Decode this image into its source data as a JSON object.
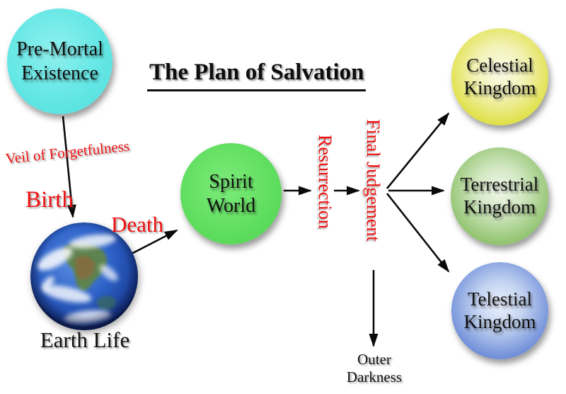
{
  "title": "The Plan of Salvation",
  "nodes": {
    "pre_mortal": {
      "lines": [
        "Pre-Mortal",
        "Existence"
      ],
      "color": "#64e7e5"
    },
    "spirit_world": {
      "lines": [
        "Spirit",
        "World"
      ],
      "color": "#5fdd5e"
    },
    "celestial": {
      "lines": [
        "Celestial",
        "Kingdom"
      ],
      "color": "#dede3a"
    },
    "terrestrial": {
      "lines": [
        "Terrestrial",
        "Kingdom"
      ],
      "color": "#84bb62"
    },
    "telestial": {
      "lines": [
        "Telestial",
        "Kingdom"
      ],
      "color": "#3a5fc0"
    },
    "earth": {
      "label": "Earth Life"
    }
  },
  "transitions": {
    "veil": "Veil of Forgetfulness",
    "birth": "Birth",
    "death": "Death",
    "resurrection": "Resurrection",
    "final_judgement": "Final Judgement"
  },
  "outcomes": {
    "outer_darkness": {
      "lines": [
        "Outer",
        "Darkness"
      ]
    }
  },
  "colors": {
    "label_red": "#f01010",
    "text_black": "#101010",
    "background": "#ffffff"
  }
}
